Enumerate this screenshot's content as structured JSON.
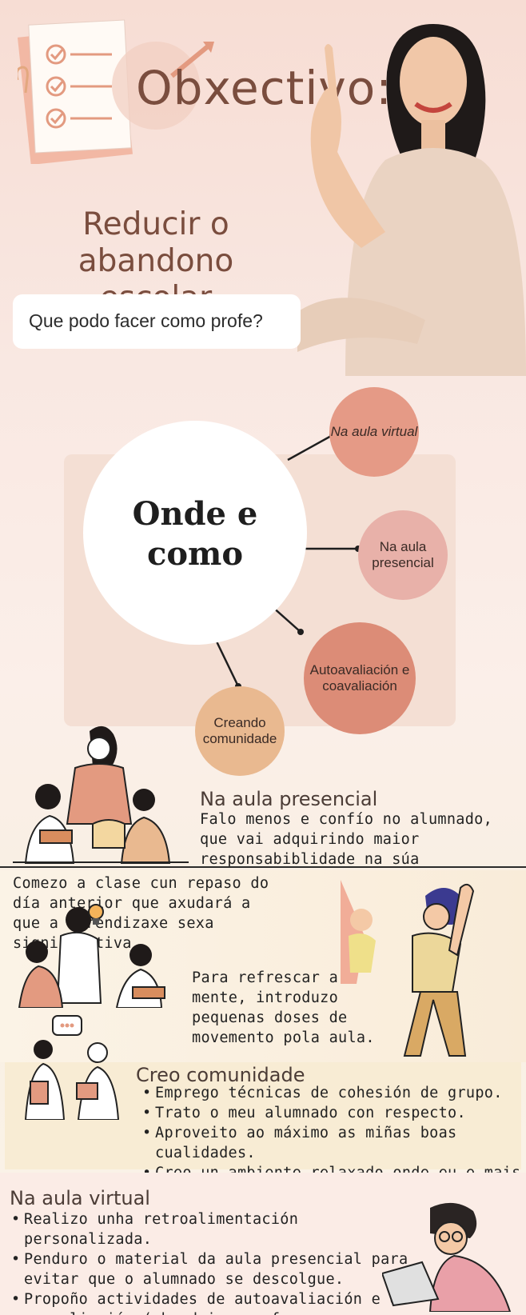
{
  "header": {
    "title": "Obxectivo:",
    "subtitle": "Reducir o abandono escolar",
    "question": "Que podo facer como profe?"
  },
  "diagram": {
    "center": "Onde e como",
    "nodes": [
      {
        "label": "Na aula virtual"
      },
      {
        "label": "Na aula presencial"
      },
      {
        "label": "Autoavaliación e coavaliación"
      },
      {
        "label": "Creando comunidade"
      }
    ]
  },
  "presencial": {
    "heading": "Na aula presencial",
    "text": "Falo menos e confío no alumnado, que vai adquirindo maior responsabiblidade na súa aprendizaxe."
  },
  "repaso": {
    "text": "Comezo a clase cun repaso do día anterior que axudará a que a aprendizaxe sexa significativa."
  },
  "movemento": {
    "text": "Para refrescar a mente, introduzo pequenas doses de movemento pola aula."
  },
  "comunidade": {
    "heading": "Creo comunidade",
    "items": [
      "Emprego técnicas de cohesión de grupo.",
      "Trato o meu alumnado con respecto.",
      "Aproveito ao máximo as miñas boas cualidades.",
      "Creo un ambiente relaxado onde eu e mais o meu alumnado nos sintamos a gusto."
    ]
  },
  "virtual": {
    "heading": "Na aula virtual",
    "items": [
      "Realizo unha retroalimentación personalizada.",
      "Penduro o material da aula presencial para evitar que o alumnado se descolgue.",
      "Propoño actividades de autoavaliación e de coavaliación (obradoiros e foros, por exemplo)."
    ]
  },
  "icons": {
    "clipboard": "checklist-clipboard-icon",
    "speech": "speech-bubble-icon",
    "lightbulb": "lightbulb-icon"
  },
  "colors": {
    "brown": "#7a4d3e",
    "salmon": "#e59a86",
    "pink": "#e8b1a9",
    "terracotta": "#dc8c77",
    "peach": "#e9b990"
  }
}
